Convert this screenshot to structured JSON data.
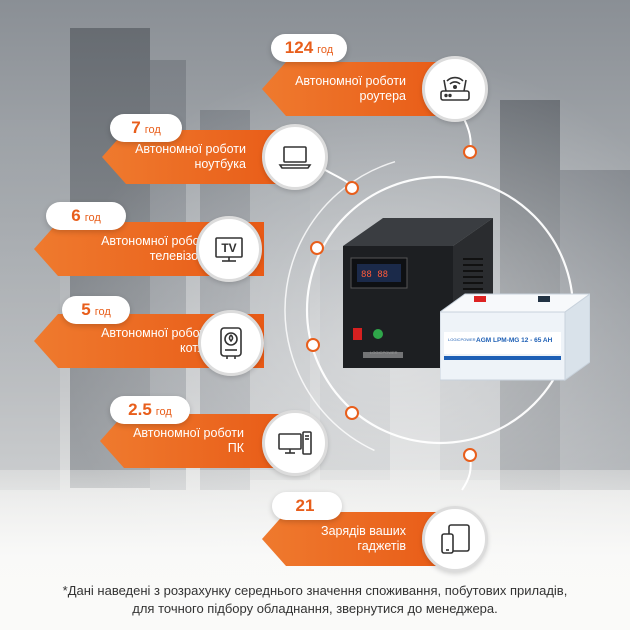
{
  "items": [
    {
      "value": "124",
      "unit": "год",
      "line1": "Автономної роботи",
      "line2": "роутера",
      "icon": "router-icon"
    },
    {
      "value": "7",
      "unit": "год",
      "line1": "Автономної роботи",
      "line2": "ноутбука",
      "icon": "laptop-icon"
    },
    {
      "value": "6",
      "unit": "год",
      "line1": "Автономної роботи",
      "line2": "телевізора",
      "icon": "tv-icon",
      "icon_text": "TV"
    },
    {
      "value": "5",
      "unit": "год",
      "line1": "Автономної роботи",
      "line2": "котла",
      "icon": "boiler-icon"
    },
    {
      "value": "2.5",
      "unit": "год",
      "line1": "Автономної роботи",
      "line2": "ПК",
      "icon": "desktop-pc-icon"
    },
    {
      "value": "21",
      "unit": "",
      "line1": "Зарядів ваших",
      "line2": "гаджетів",
      "icon": "gadgets-icon"
    }
  ],
  "footnote": {
    "line1": "*Дані наведені з розрахунку середнього значення споживання, побутових приладів,",
    "line2": "для точного підбору обладнання, звернутися до менеджера."
  },
  "products": {
    "battery_label": "AGM LPM-MG 12 - 65 AH",
    "battery_brand": "LOGICPOWER",
    "ups_brand": "LOGICPOWER"
  },
  "colors": {
    "accent": "#e85e1b",
    "banner_start": "#ef7a2e",
    "banner_end": "#e85a16"
  }
}
